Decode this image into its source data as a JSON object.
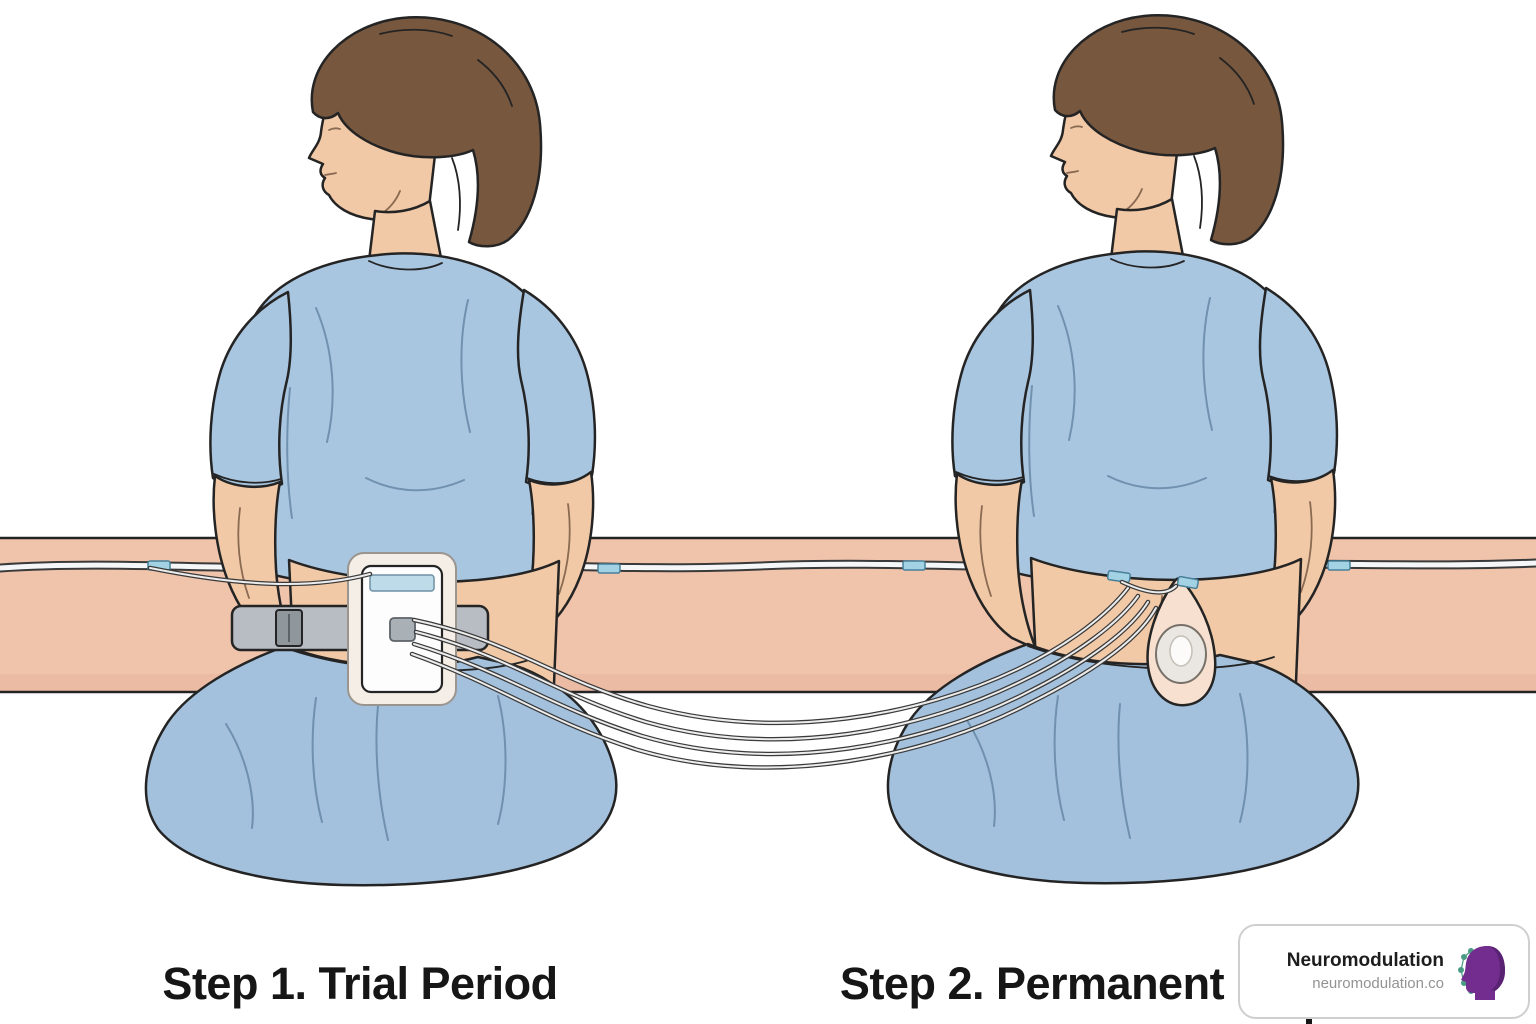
{
  "labels": {
    "step1": "Step 1. Trial Period",
    "step2": "Step 2. Permanent"
  },
  "watermark": {
    "brand": "Neuromodulation",
    "domain": "neuromodulation.co"
  },
  "scene": {
    "description": "Medical illustration of two seated patients viewed from behind: left patient wears an external trial stimulator on a waist belt with leads; right patient has a permanent implanted pulse generator in a lower-back pocket. A horizontal skin cross-section band with a lead wire runs across the image."
  },
  "colors": {
    "background": "#ffffff",
    "outline": "#242424",
    "outline-soft": "#8a6a52",
    "skin": "#f2c9a6",
    "skin-band": "#f0c3ab",
    "skin-band-shadow": "#e8b49c",
    "hair": "#77573e",
    "shirt": "#a9c6e1",
    "pants": "#a3c1dd",
    "fold": "#5d7f9d",
    "belt": "#b7bdc3",
    "buckle": "#8f969c",
    "connector": "#a3d2e4",
    "device-pad": "#f5eee6",
    "device-screen": "#bedbea",
    "device-button": "#a9b0b6",
    "wire-dark": "#3a3a3a",
    "wire-light": "#ededed",
    "label-text": "#161616",
    "brand-text": "#1d1d1d",
    "domain-text": "#939393",
    "card-border": "#cfcfcf",
    "icon-purple": "#722d8f",
    "icon-teal": "#4a9b83"
  }
}
